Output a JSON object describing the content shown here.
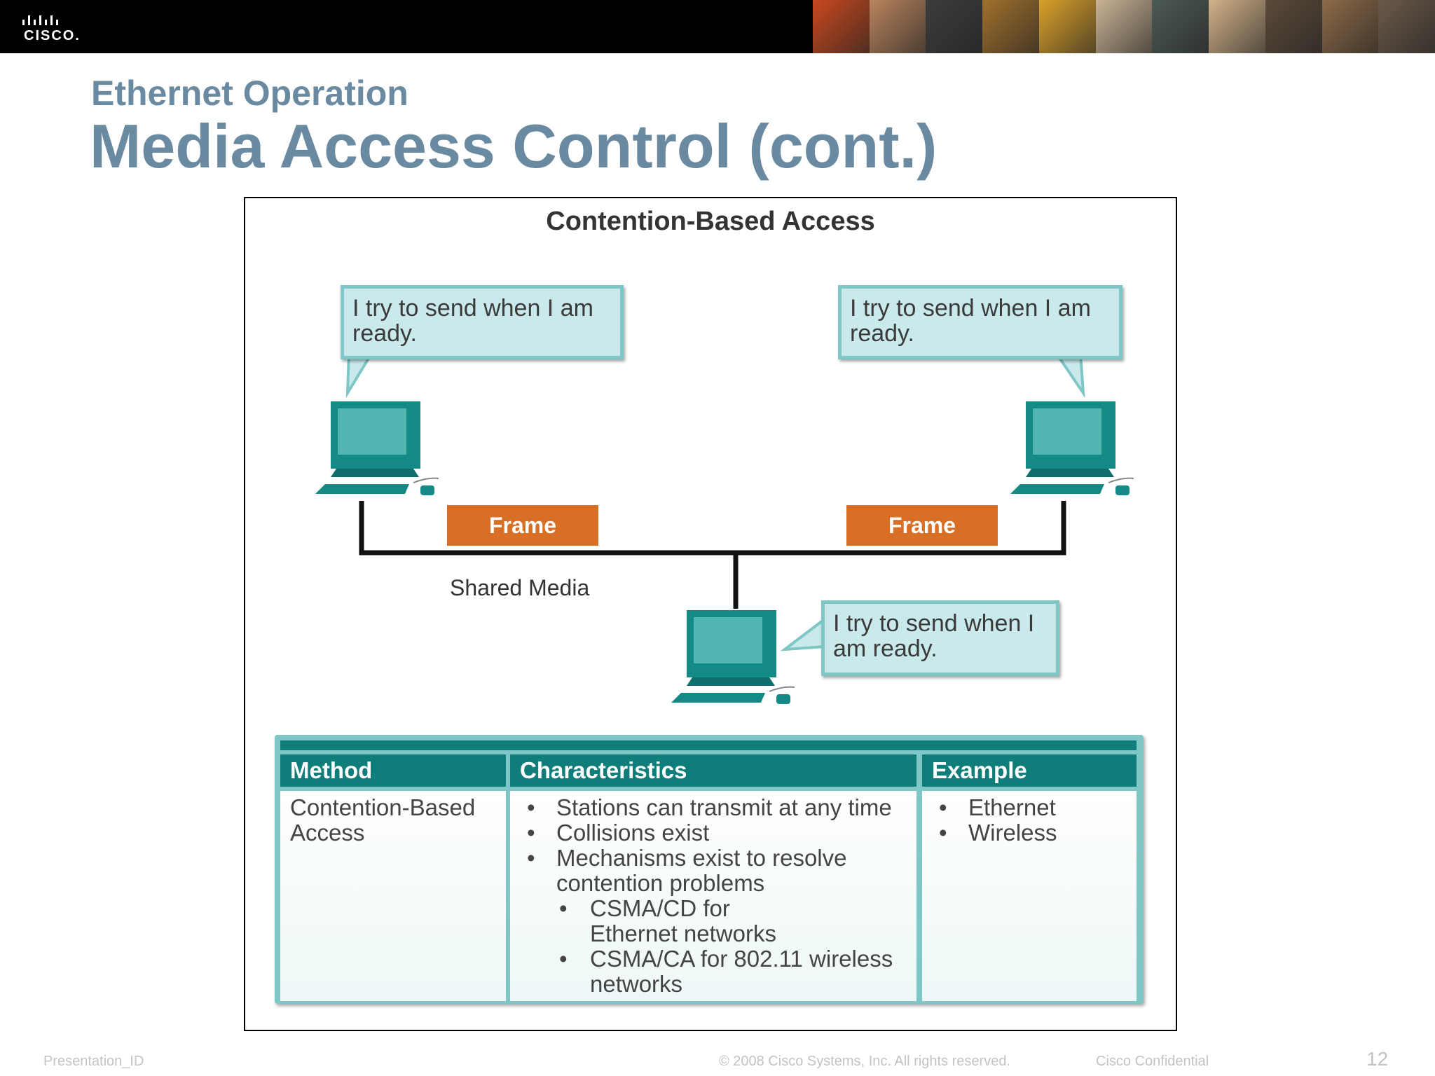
{
  "header": {
    "logo_text": "CISCO.",
    "photo_colors": [
      "#c8481f",
      "#b8845e",
      "#3c3c3c",
      "#a0702c",
      "#d9a12a",
      "#c9b395",
      "#4d5a54",
      "#d2b28a",
      "#5b4a3a",
      "#8c6a48",
      "#6b5a4a"
    ]
  },
  "slide": {
    "subtitle": "Ethernet Operation",
    "title": "Media Access Control (cont.)"
  },
  "figure": {
    "title": "Contention-Based Access",
    "bubble_left": "I try to send when I am ready.",
    "bubble_right": "I try to send when I am ready.",
    "bubble_bottom": "I try to send when I am ready.",
    "frame_left": "Frame",
    "frame_right": "Frame",
    "shared_media": "Shared Media",
    "table": {
      "headers": [
        "Method",
        "Characteristics",
        "Example"
      ],
      "method": "Contention-Based Access",
      "characteristics": [
        "Stations can transmit at any time",
        "Collisions exist",
        "Mechanisms exist to resolve contention problems"
      ],
      "sub_characteristics": [
        "CSMA/CD for Ethernet networks",
        "CSMA/CA for 802.11 wireless networks"
      ],
      "examples": [
        "Ethernet",
        "Wireless"
      ]
    },
    "colors": {
      "teal_dark": "#0f7e7a",
      "teal_light": "#c9e9ea",
      "frame_orange": "#d96f25"
    }
  },
  "footer": {
    "presentation_id": "Presentation_ID",
    "copyright": "© 2008 Cisco Systems, Inc. All rights reserved.",
    "confidential": "Cisco Confidential",
    "page_number": "12"
  }
}
